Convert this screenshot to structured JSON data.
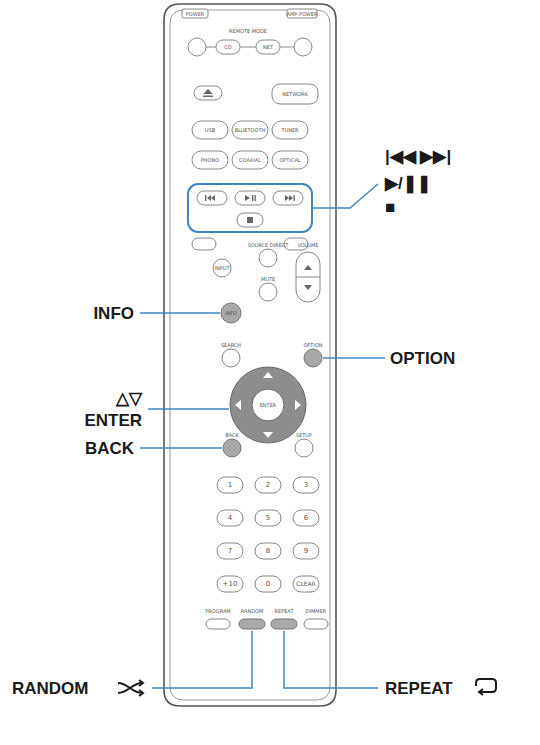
{
  "diagram": {
    "labels": [
      "|◀◀ ▶▶|",
      "▶/❚❚",
      "■",
      "INFO",
      "OPTION",
      "△▽",
      "ENTER",
      "BACK",
      "RANDOM",
      "REPEAT",
      "POWER",
      "AMP POWER",
      "REMOTE MODE",
      "CD",
      "NET",
      "NETWORK",
      "USB",
      "BLUETOOTH",
      "TUNER",
      "PHONO",
      "COAXIAL",
      "OPTICAL",
      "INPUT",
      "SOURCE DIRECT",
      "MUTE",
      "VOLUME",
      "INFO",
      "SEARCH",
      "OPTION",
      "ENTER",
      "BACK",
      "SETUP",
      "1",
      "2",
      "3",
      "4",
      "5",
      "6",
      "7",
      "8",
      "9",
      "+10",
      "0",
      "CLEAR",
      "PROGRAM",
      "RANDOM",
      "REPEAT",
      "DIMMER"
    ]
  }
}
